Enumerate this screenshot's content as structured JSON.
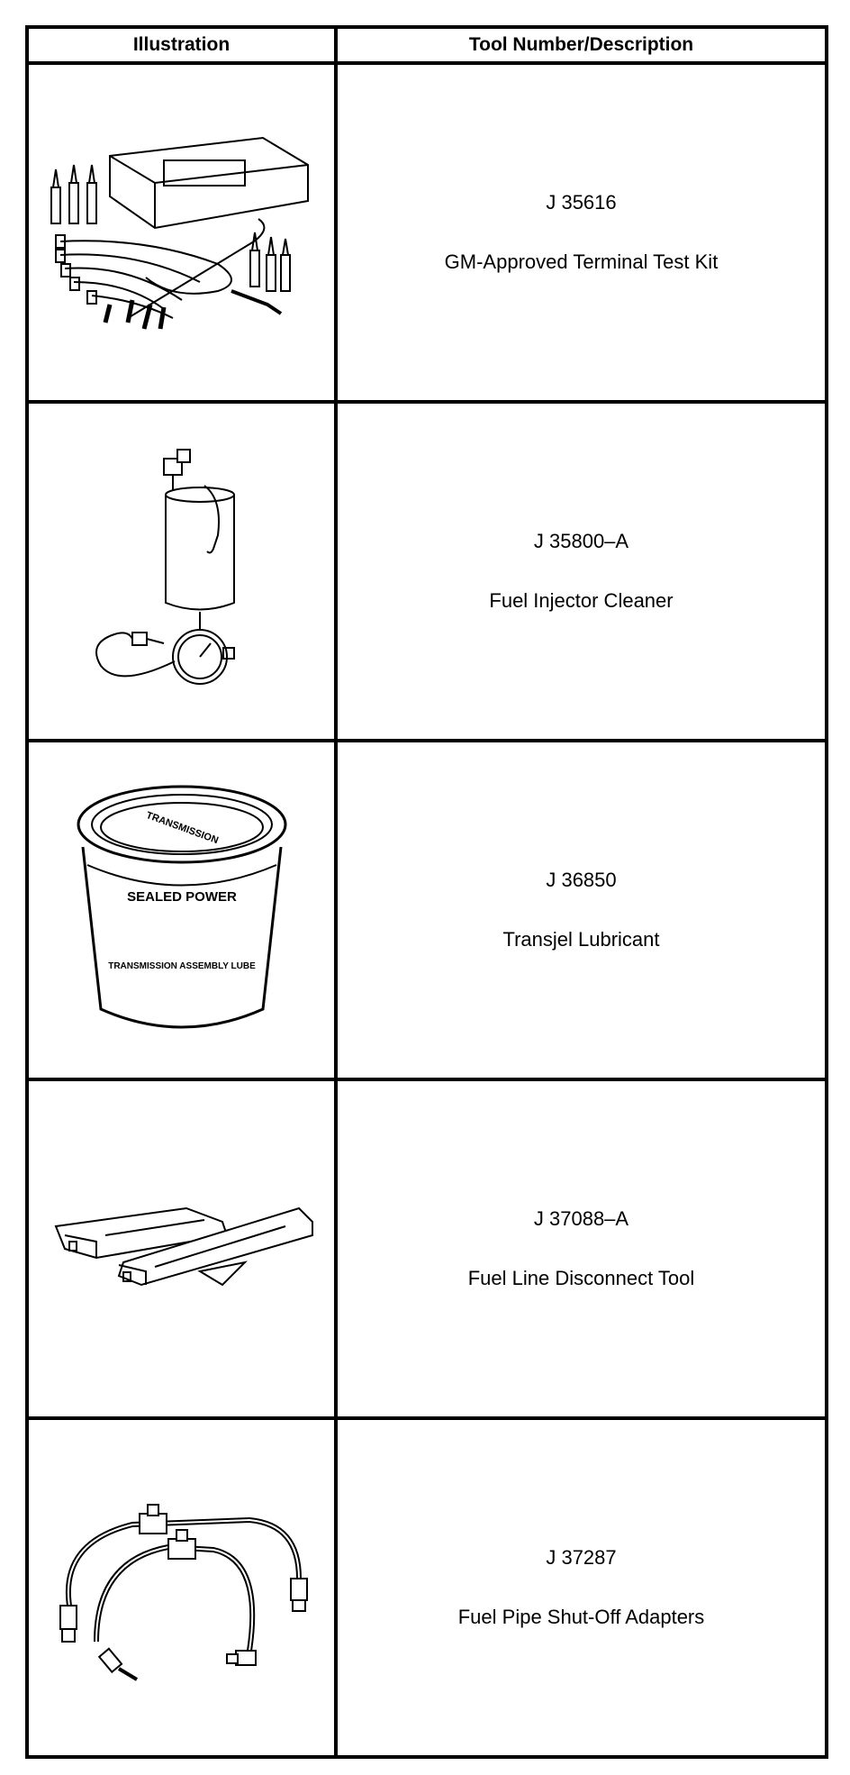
{
  "table": {
    "header": {
      "illustration": "Illustration",
      "description": "Tool Number/Description"
    },
    "rows": [
      {
        "number": "J 35616",
        "description": "GM-Approved Terminal Test Kit",
        "icon": "terminal-test-kit-icon"
      },
      {
        "number": "J 35800–A",
        "description": "Fuel Injector Cleaner",
        "icon": "fuel-injector-cleaner-icon"
      },
      {
        "number": "J 36850",
        "description": "Transjel Lubricant",
        "icon": "lubricant-tub-icon",
        "label_text": "SEALED POWER",
        "label_text_2": "TRANSMISSION ASSEMBLY LUBE"
      },
      {
        "number": "J 37088–A",
        "description": "Fuel Line Disconnect Tool",
        "icon": "disconnect-tool-icon"
      },
      {
        "number": "J 37287",
        "description": "Fuel Pipe Shut-Off Adapters",
        "icon": "shut-off-adapters-icon"
      }
    ]
  }
}
